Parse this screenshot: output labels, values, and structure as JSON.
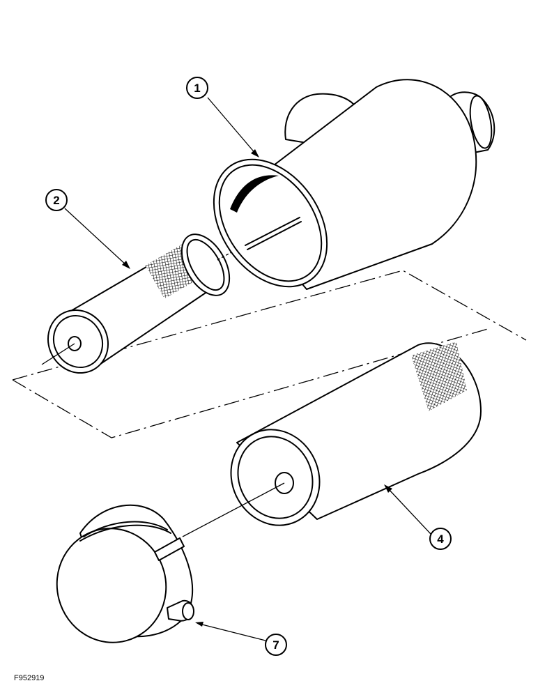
{
  "figure_id": "F952919",
  "callouts": {
    "c1": "1",
    "c2": "2",
    "c4": "4",
    "c7": "7"
  },
  "colors": {
    "ink": "#000000",
    "paper": "#ffffff"
  }
}
